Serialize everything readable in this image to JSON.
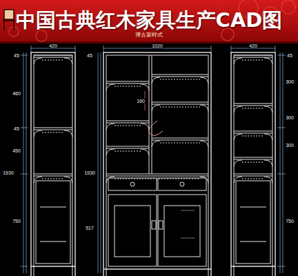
{
  "diagram": {
    "title": "中国古典红木家具生产CAD图",
    "labels": [
      "博古架样式",
      "420",
      "1020",
      "420",
      "45",
      "460",
      "45",
      "450",
      "1930",
      "750",
      "45",
      "1930",
      "517",
      "45",
      "300",
      "300",
      "300",
      "750",
      "160"
    ]
  }
}
